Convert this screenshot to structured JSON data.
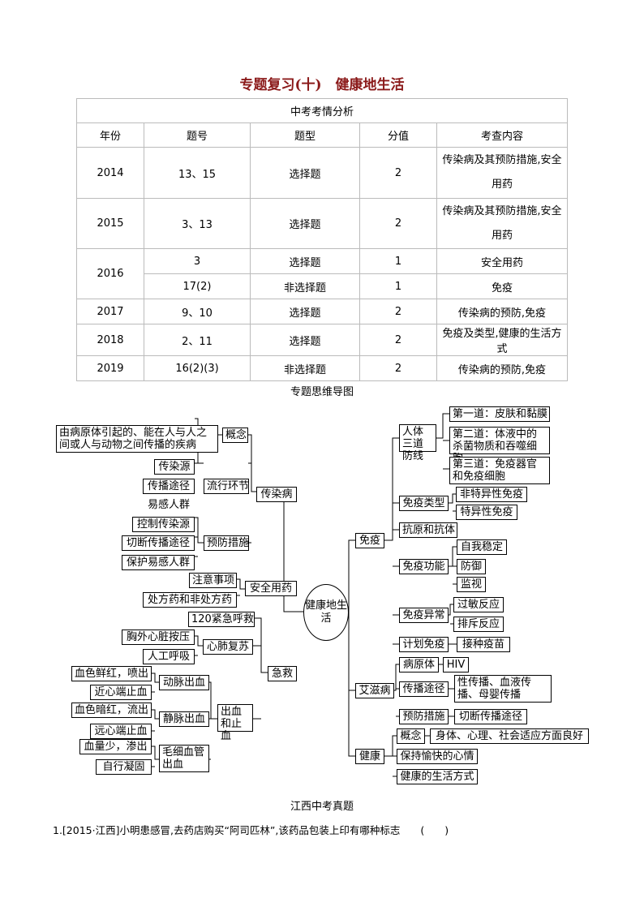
{
  "title": "专题复习(十)　健康地生活",
  "table": {
    "caption": "中考考情分析",
    "headers": [
      "年份",
      "题号",
      "题型",
      "分值",
      "考查内容"
    ],
    "rows": [
      {
        "year": "2014",
        "num": "13、15",
        "type": "选择题",
        "score": "2",
        "content": "传染病及其预防措施,安全用药"
      },
      {
        "year": "2015",
        "num": "3、13",
        "type": "选择题",
        "score": "2",
        "content": "传染病及其预防措施,安全用药"
      },
      {
        "year": "2016",
        "num": "3",
        "type": "选择题",
        "score": "1",
        "content": "安全用药"
      },
      {
        "num": "17(2)",
        "type": "非选择题",
        "score": "1",
        "content": "免疫"
      },
      {
        "year": "2017",
        "num": "9、10",
        "type": "选择题",
        "score": "2",
        "content": "传染病的预防,免疫"
      },
      {
        "year": "2018",
        "num": "2、11",
        "type": "选择题",
        "score": "2",
        "content": "免疫及类型,健康的生活方式"
      },
      {
        "year": "2019",
        "num": "16(2)(3)",
        "type": "非选择题",
        "score": "2",
        "content": "传染病的预防,免疫"
      }
    ]
  },
  "mindmap_title": "专题思维导图",
  "mindmap": {
    "center": "健康地生活",
    "n": {
      "def_text": "由病原体引起的、能在人与人之间或人与动物之间传播的疾病",
      "gainian": "概念",
      "chuanranyuan": "传染源",
      "chuanbotujing": "传播途径",
      "yiganrenqun": "易感人群",
      "liuxinghuanjie": "流行环节",
      "kongzhi": "控制传染源",
      "qieduan": "切断传播途径",
      "baohu": "保护易感人群",
      "yufangcuoshi": "预防措施",
      "chuanranbing": "传染病",
      "zhuyishixiang": "注意事项",
      "chufangyao": "处方药和非处方药",
      "anquanyongyao": "安全用药",
      "ji120": "120紧急呼救",
      "xiongwai": "胸外心脏按压",
      "rengonghuxi": "人工呼吸",
      "xinfeifusu": "心肺复苏",
      "jijiu": "急救",
      "dm1": "血色鲜红，喷出",
      "dm2": "近心端止血",
      "dongmai": "动脉出血",
      "jm1": "血色暗红，流出",
      "jm2": "远心端止血",
      "jingmai": "静脉出血",
      "mx1": "血量少，渗出",
      "mx2": "自行凝固",
      "maoxi": "毛细血管出血",
      "chuxue": "出血和止血",
      "mianyi": "免疫",
      "sandao": "人体三道防线",
      "d1": "第一道：皮肤和黏膜",
      "d2": "第二道：体液中的杀菌物质和吞噬细胞",
      "d3": "第三道：免疫器官和免疫细胞",
      "mianyileixing": "免疫类型",
      "feiteyi": "非特异性免疫",
      "teyi": "特异性免疫",
      "kangyuan": "抗原和抗体",
      "mianyigongneng": "免疫功能",
      "ziwo": "自我稳定",
      "fangyu": "防御",
      "jianshi": "监视",
      "mianyiyichang": "免疫异常",
      "guomin": "过敏反应",
      "paichi": "排斥反应",
      "jihua": "计划免疫",
      "yimiao": "接种疫苗",
      "aizi": "艾滋病",
      "bingyuanti": "病原体",
      "hiv": "HIV",
      "a_chuanbo": "传播途径",
      "a_chuanbo_v": "性传播、血液传播、母婴传播",
      "a_yufang": "预防措施",
      "a_yufang_v": "切断传播途径",
      "jiankang": "健康",
      "j_gainian": "概念",
      "j_gainian_v": "身体、心理、社会适应方面良好",
      "yukuai": "保持愉快的心情",
      "shenghuo": "健康的生活方式"
    }
  },
  "zhenti_title": "江西中考真题",
  "question1": "1.[2015·江西]小明患感冒,去药店购买“阿司匹林”,该药品包装上印有哪种标志　　(　　)"
}
